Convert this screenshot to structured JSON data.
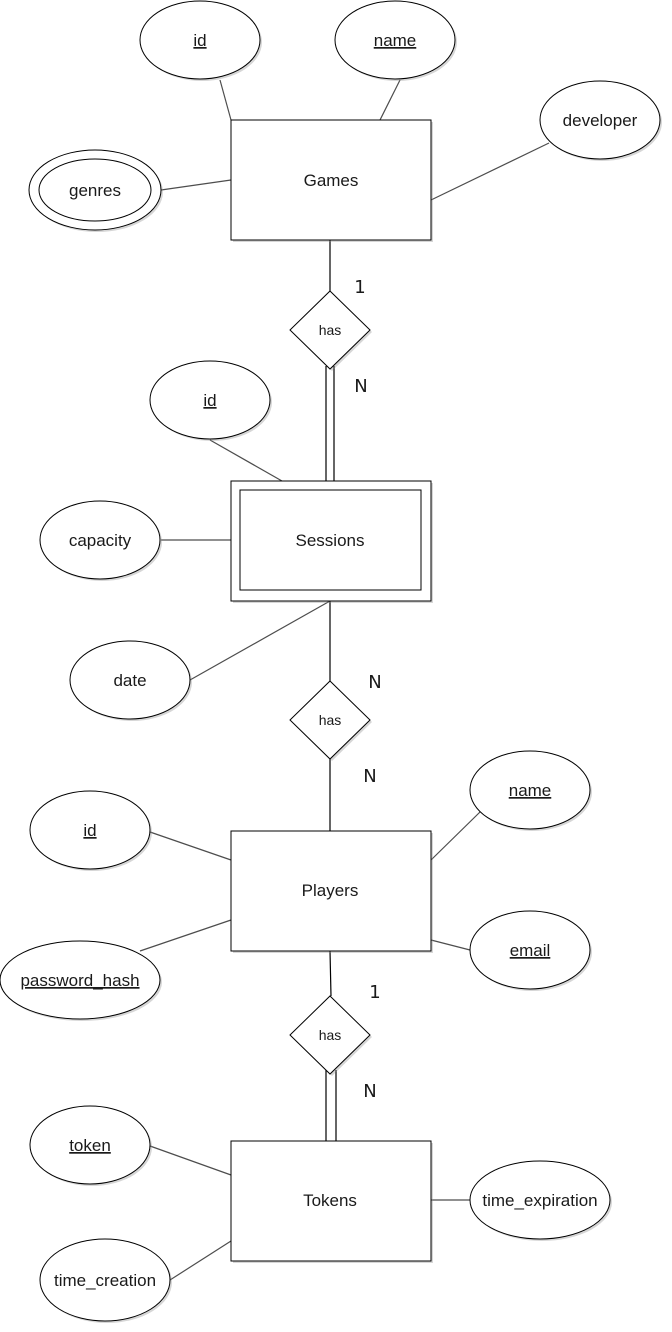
{
  "entities": {
    "games": "Games",
    "sessions": "Sessions",
    "players": "Players",
    "tokens": "Tokens"
  },
  "attributes": {
    "games_id": "id",
    "games_name": "name",
    "games_developer": "developer",
    "games_genres": "genres",
    "sessions_id": "id",
    "sessions_capacity": "capacity",
    "sessions_date": "date",
    "players_id": "id",
    "players_name": "name",
    "players_password_hash": "password_hash",
    "players_email": "email",
    "tokens_token": "token",
    "tokens_time_creation": "time_creation",
    "tokens_time_expiration": "time_expiration"
  },
  "relationships": {
    "games_sessions": "has",
    "sessions_players": "has",
    "players_tokens": "has"
  },
  "cardinalities": {
    "games_side": "1",
    "sessions_side_top": "N",
    "sessions_side_bottom": "N",
    "players_side_top": "N",
    "players_side_bottom": "1",
    "tokens_side": "N"
  }
}
